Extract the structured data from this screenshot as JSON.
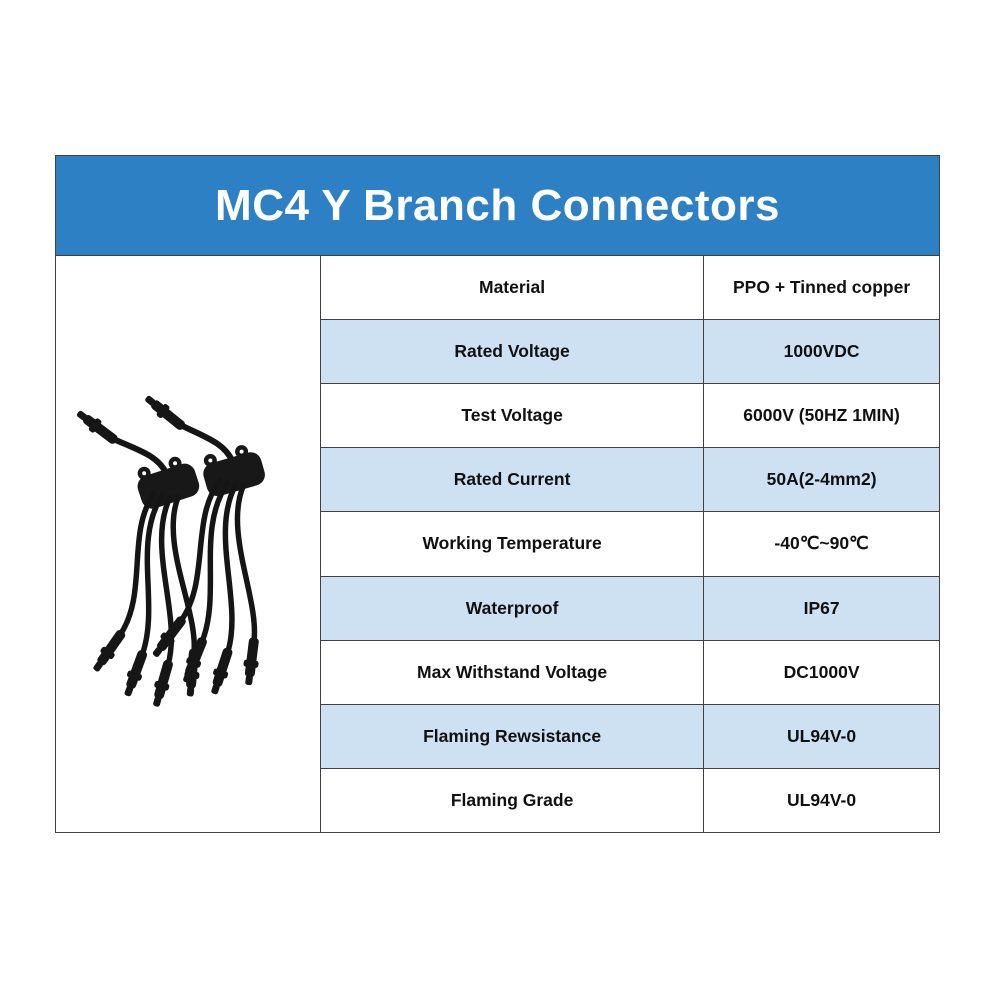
{
  "title": "MC4 Y Branch Connectors",
  "product_image": {
    "alt": "Two black MC4 Y branch connector cable assemblies"
  },
  "table": {
    "rows": [
      {
        "label": "Material",
        "value": "PPO + Tinned copper"
      },
      {
        "label": "Rated Voltage",
        "value": "1000VDC"
      },
      {
        "label": "Test Voltage",
        "value": "6000V (50HZ 1MIN)"
      },
      {
        "label": "Rated Current",
        "value": "50A(2-4mm2)"
      },
      {
        "label": "Working Temperature",
        "value": "-40℃~90℃"
      },
      {
        "label": "Waterproof",
        "value": "IP67"
      },
      {
        "label": "Max Withstand Voltage",
        "value": "DC1000V"
      },
      {
        "label": "Flaming Rewsistance",
        "value": "UL94V-0"
      },
      {
        "label": "Flaming Grade",
        "value": "UL94V-0"
      }
    ]
  },
  "colors": {
    "header_bg": "#2e80c4",
    "row_alt_bg": "#cde1f3",
    "border": "#404040"
  }
}
